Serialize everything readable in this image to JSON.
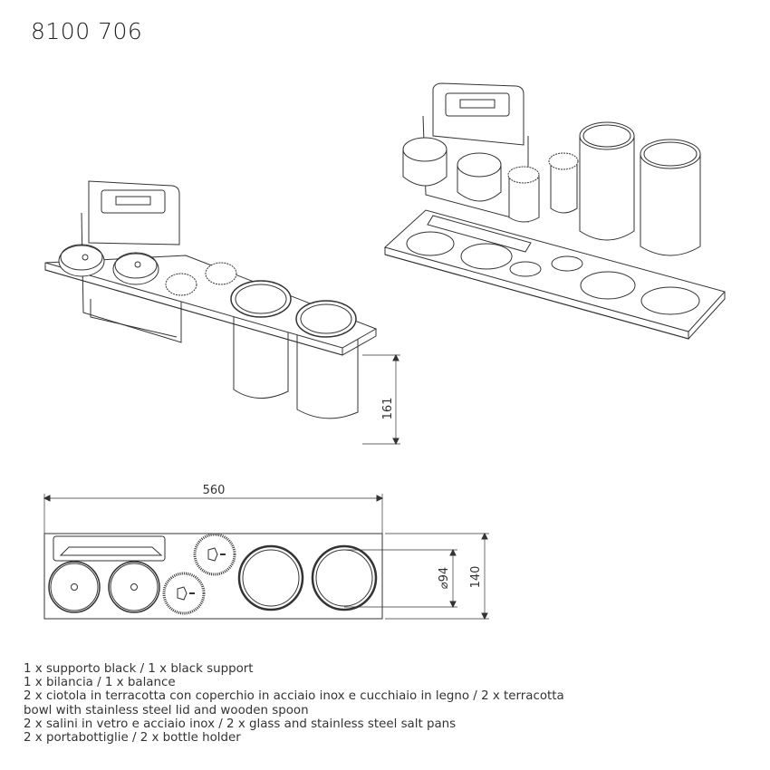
{
  "product_code": "8100 706",
  "dimensions": {
    "length": "560",
    "height": "161",
    "depth": "140",
    "diameter": "⌀94"
  },
  "notes": [
    "1 x supporto black / 1 x black support",
    "1 x bilancia / 1 x balance",
    "2 x ciotola in terracotta con coperchio in acciaio inox e cucchiaio in legno / 2 x terracotta",
    "bowl with stainless steel lid and wooden spoon",
    "2 x salini in vetro e acciaio inox / 2 x glass and stainless steel salt pans",
    "2 x portabottiglie / 2 x bottle holder"
  ]
}
